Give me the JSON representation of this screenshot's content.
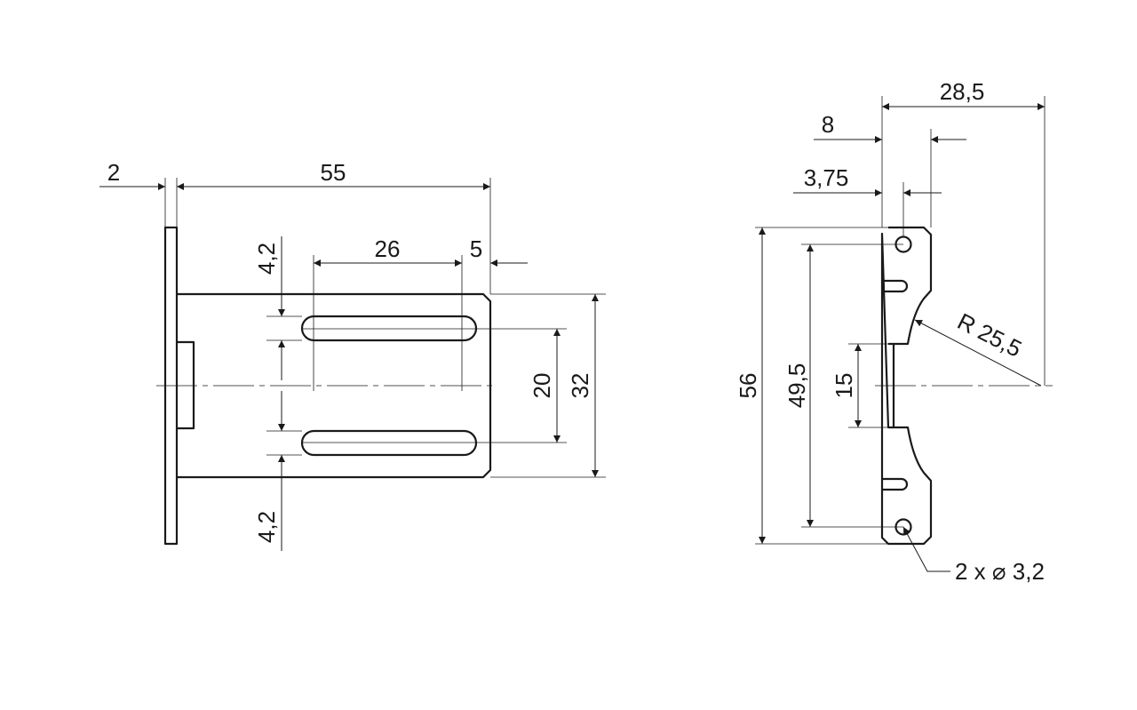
{
  "front_view": {
    "dim_thickness": "2",
    "dim_length": "55",
    "dim_slot_length": "26",
    "dim_slot_end": "5",
    "dim_top_margin": "4,2",
    "dim_bottom_margin": "4,2",
    "dim_slot_spacing": "20",
    "dim_width": "32"
  },
  "side_view": {
    "dim_overall": "28,5",
    "dim_hole_offset": "8",
    "dim_slot_offset": "3,75",
    "dim_height": "56",
    "dim_hole_pitch": "49,5",
    "dim_center_flat": "15",
    "dim_radius": "R 25,5",
    "dim_holes": "2 x ⌀ 3,2"
  }
}
